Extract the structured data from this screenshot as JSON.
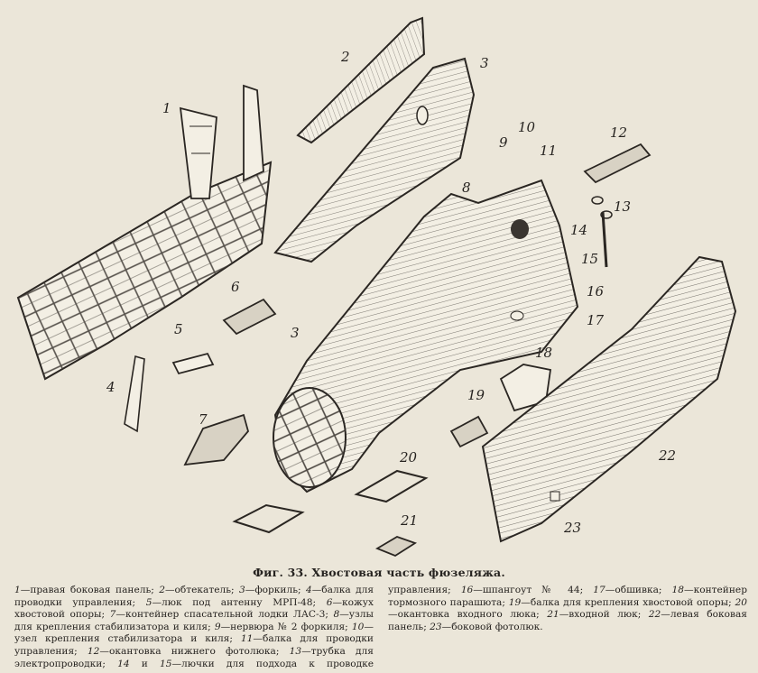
{
  "figure": {
    "caption": "Фиг. 33. Хвостовая часть фюзеляжа.",
    "callouts": [
      "1",
      "2",
      "3",
      "3",
      "4",
      "5",
      "6",
      "7",
      "8",
      "9",
      "10",
      "11",
      "12",
      "13",
      "14",
      "15",
      "16",
      "17",
      "18",
      "19",
      "20",
      "21",
      "22",
      "23"
    ]
  },
  "legend": [
    {
      "num": "1",
      "text": "—правая боковая панель; "
    },
    {
      "num": "2",
      "text": "—обтекатель; "
    },
    {
      "num": "3",
      "text": "—форкиль; "
    },
    {
      "num": "4",
      "text": "—балка для проводки управления; "
    },
    {
      "num": "5",
      "text": "—люк под антенну МРП-48; "
    },
    {
      "num": "6",
      "text": "—кожух хвостовой опоры; "
    },
    {
      "num": "7",
      "text": "—контейнер спасательной лодки ЛАС-3; "
    },
    {
      "num": "8",
      "text": "—узлы для крепления стабилизатора и киля; "
    },
    {
      "num": "9",
      "text": "—нервюра № 2 форкиля; "
    },
    {
      "num": "10",
      "text": "—узел крепления стабилизатора и киля; "
    },
    {
      "num": "11",
      "text": "—балка для проводки управления; "
    },
    {
      "num": "12",
      "text": "—окантовка нижнего фотолюка; "
    },
    {
      "num": "13",
      "text": "—трубка для электропроводки; "
    },
    {
      "num": "14",
      "text": " и "
    },
    {
      "num": "15",
      "text": "—лючки для подхода к проводке управления; "
    },
    {
      "num": "16",
      "text": "—шпангоут № 44; "
    },
    {
      "num": "17",
      "text": "—обшивка; "
    },
    {
      "num": "18",
      "text": "—контейнер тормозного парашюта; "
    },
    {
      "num": "19",
      "text": "—балка для крепления хвостовой опоры; "
    },
    {
      "num": "20",
      "text": "—окантовка входного люка; "
    },
    {
      "num": "21",
      "text": "—входной люк; "
    },
    {
      "num": "22",
      "text": "—левая боковая панель; "
    },
    {
      "num": "23",
      "text": "—боковой фотолюк."
    }
  ]
}
